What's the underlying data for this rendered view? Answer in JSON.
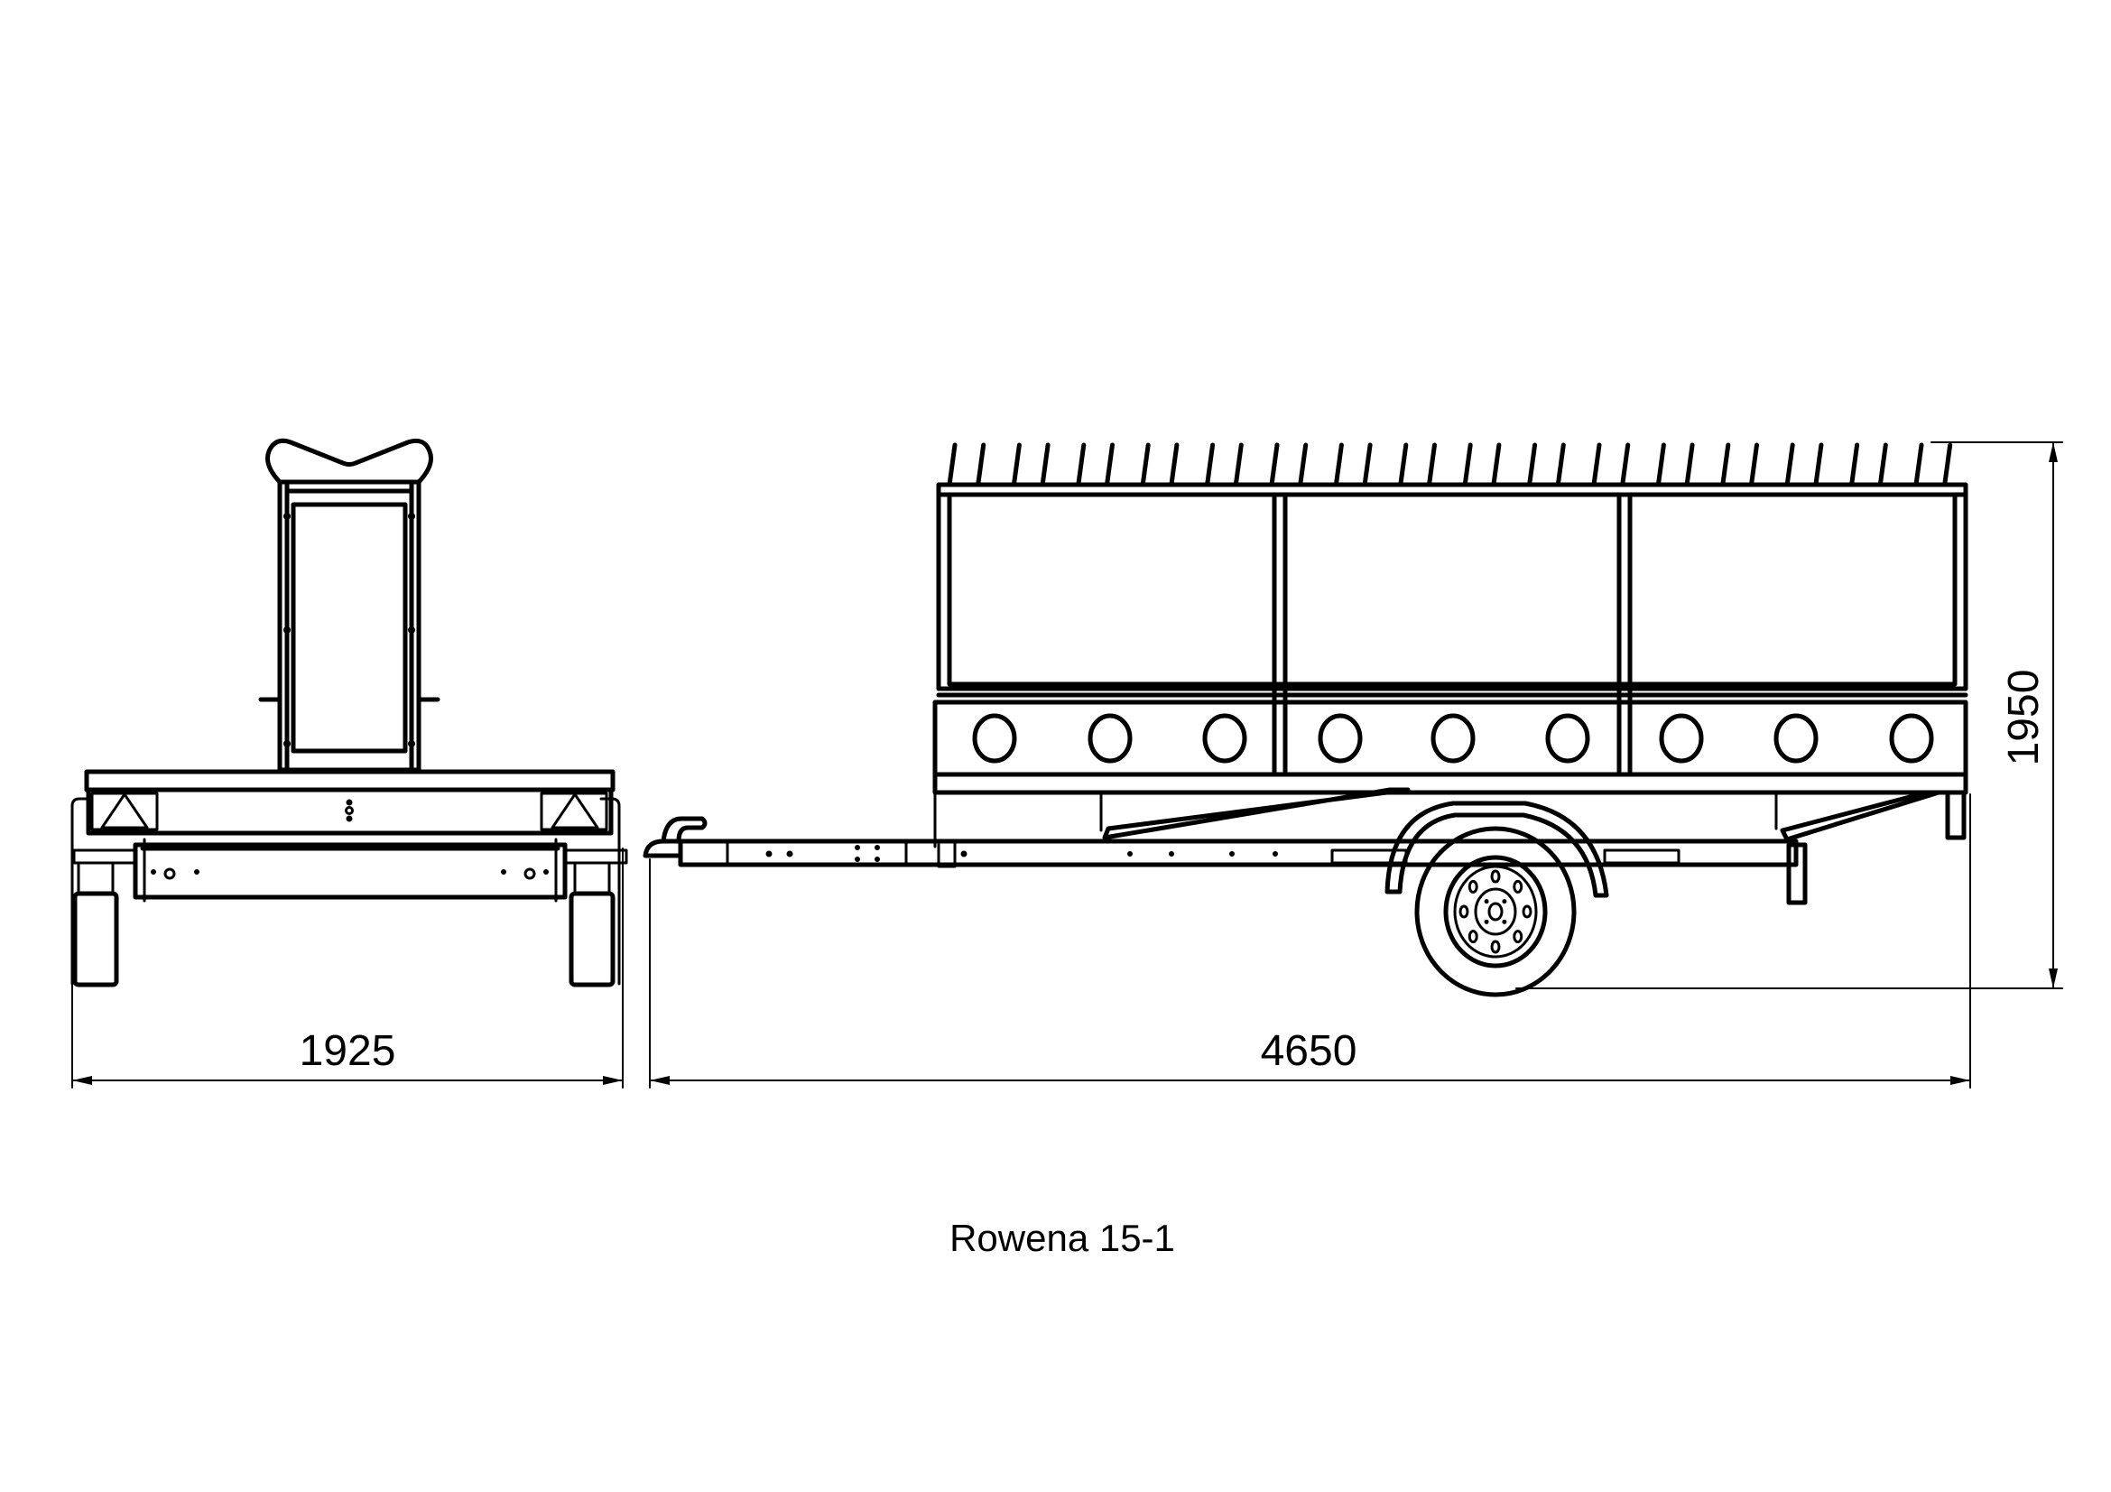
{
  "drawing": {
    "title": "Rowena 15-1",
    "dimensions": {
      "width_label": "1925",
      "length_label": "4650",
      "height_label": "1950"
    },
    "line_color": "#000000",
    "background_color": "#ffffff"
  }
}
